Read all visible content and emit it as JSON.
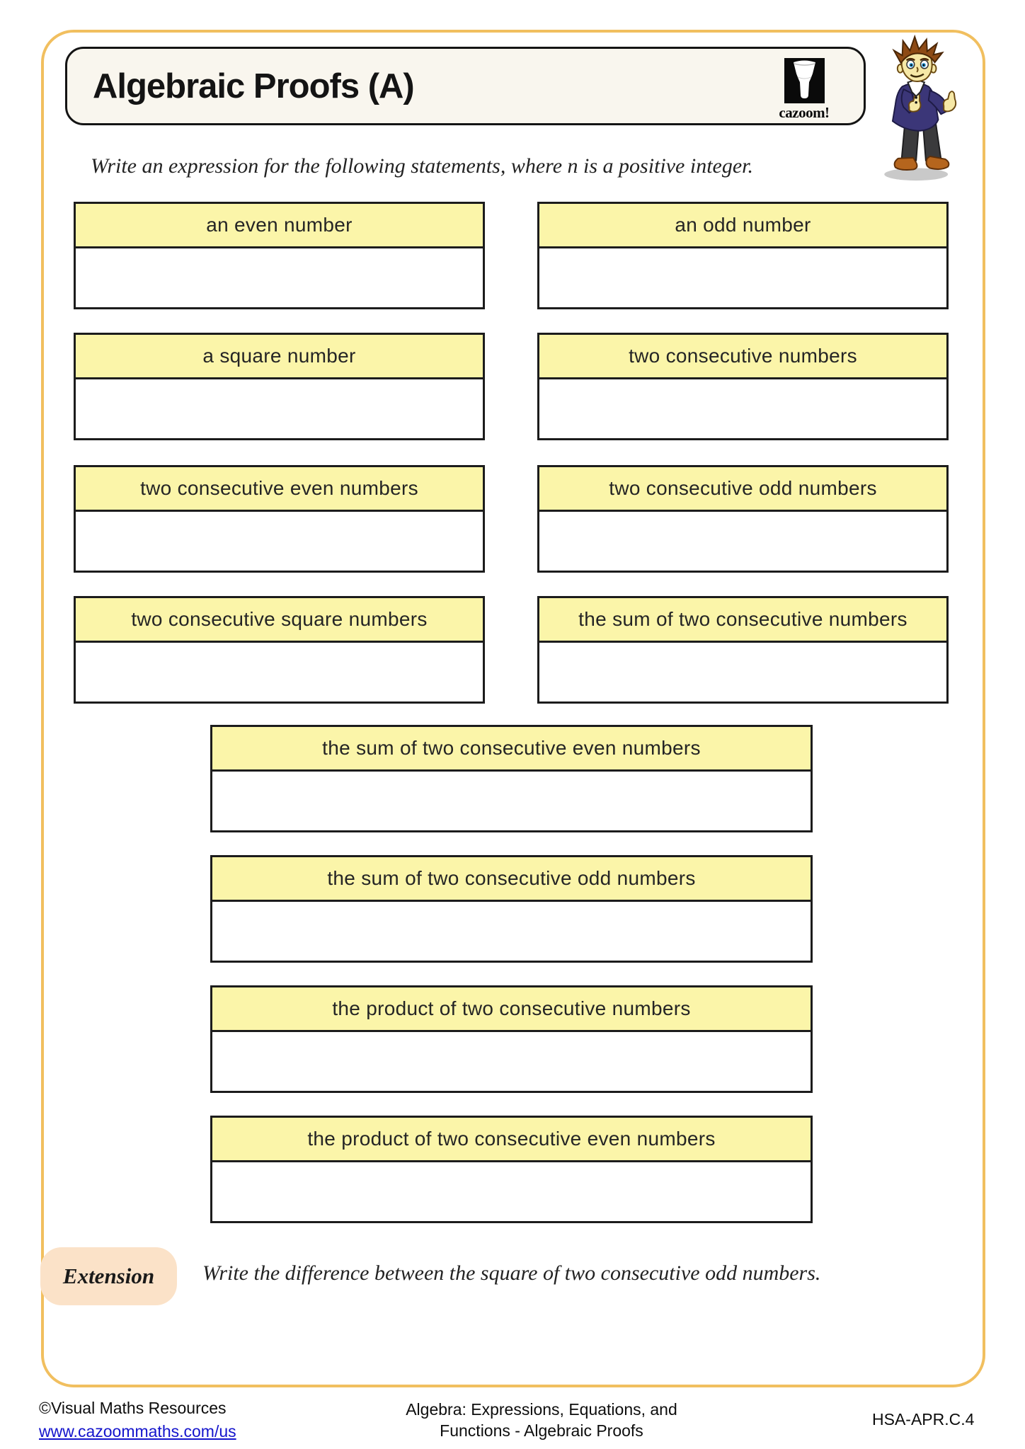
{
  "header": {
    "title": "Algebraic Proofs (A)",
    "logo_text": "cazoom!"
  },
  "instruction": "Write an expression for the following statements, where n is a positive integer.",
  "boxes": {
    "grid": [
      {
        "label": "an even number"
      },
      {
        "label": "an odd number"
      },
      {
        "label": "a square number"
      },
      {
        "label": "two consecutive numbers"
      },
      {
        "label": "two consecutive even numbers"
      },
      {
        "label": "two consecutive odd numbers"
      },
      {
        "label": "two consecutive square numbers"
      },
      {
        "label": "the sum of two consecutive numbers"
      }
    ],
    "wide": [
      {
        "label": "the sum of two consecutive even numbers"
      },
      {
        "label": "the sum of two consecutive odd numbers"
      },
      {
        "label": "the product of two consecutive numbers"
      },
      {
        "label": "the product of two consecutive even numbers"
      }
    ]
  },
  "extension": {
    "label": "Extension",
    "text": "Write the difference between the square of two consecutive odd numbers."
  },
  "footer": {
    "copyright": "©Visual Maths Resources",
    "link": "www.cazoommaths.com/us",
    "subject_line1": "Algebra: Expressions, Equations, and",
    "subject_line2": "Functions - Algebraic Proofs",
    "standard": "HSA-APR.C.4"
  },
  "colors": {
    "page_border": "#f1bf5f",
    "title_box_bg": "#f9f6ee",
    "box_header_yellow": "#fbf5a9",
    "box_border": "#1c1c1c",
    "extension_pill": "#fbe2c8",
    "link_blue": "#1414cc"
  }
}
